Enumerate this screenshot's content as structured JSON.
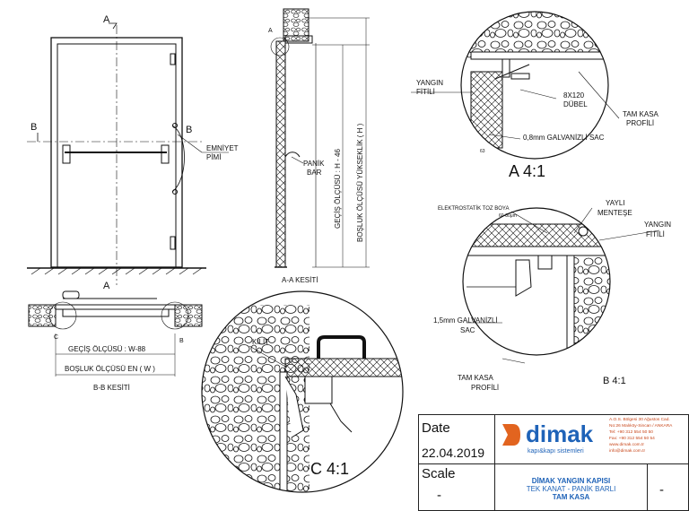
{
  "labels": {
    "section_a_top": "A",
    "section_a_bottom": "A",
    "section_b": "B",
    "section_b_right": "B",
    "aa_marker": "A",
    "emniyet_pimi_1": "EMNİYET",
    "emniyet_pimi_2": "PİMİ",
    "panik_bar_1": "PANİK",
    "panik_bar_2": "BAR",
    "gecis_olcusu_h": "GEÇİŞ ÖLÇÜSÜ : H - 46",
    "bosluk_olcusu_h": "BOŞLUK ÖLÇÜSÜ YÜKSEKLİK ( H )",
    "aa_kesiti": "A-A  KESİTİ",
    "gecis_olcusu_w": "GEÇİŞ ÖLÇÜSÜ : W-88",
    "bosluk_olcusu_w": "BOŞLUK ÖLÇÜSÜ EN ( W )",
    "bb_kesiti": "B-B  KESİTİ",
    "detail_c_marker": "C",
    "detail_b_marker": "B",
    "yangin_fitili_a_1": "YANGIN",
    "yangin_fitili_a_2": "FİTİLİ",
    "dubel_1": "8X120",
    "dubel_2": "DÜBEL",
    "tam_kasa_a_1": "TAM KASA",
    "tam_kasa_a_2": "PROFİLİ",
    "galvanizli_a": "0,8mm GALVANİZLİ SAC",
    "dim_63": "63",
    "detail_a_title": "A 4:1",
    "elektrostatik": "ELEKTROSTATİK TOZ BOYA",
    "elektrostatik_dim": "60-80μm",
    "yayli_mentese_1": "YAYLI",
    "yayli_mentese_2": "MENTEŞE",
    "yangin_fitili_b_1": "YANGIN",
    "yangin_fitili_b_2": "FİTİLİ",
    "galvanizli_b_1": "1,5mm GALVANİZLİ",
    "galvanizli_b_2": "SAC",
    "tam_kasa_b_1": "TAM KASA",
    "tam_kasa_b_2": "PROFİLİ",
    "detail_b_title": "B 4:1",
    "kilit": "KİLİT",
    "detail_c_title": "C 4:1"
  },
  "title_block": {
    "date_label": "Date",
    "date_value": "22.04.2019",
    "scale_label": "Scale",
    "scale_value": "-",
    "logo_text": "dimak",
    "logo_tagline": "kapı&kapı sistemleri",
    "address_1": "A.O.S. Bölgesi 30 Ağustos Cad.",
    "address_2": "No:26 Malıköy-Sincan / ANKARA",
    "address_3": "Tel: +90 312 554 50 50",
    "address_4": "Fax: +90 312 554 50 54",
    "address_5": "www.dimak.com.tr",
    "address_6": "info@dimak.com.tr",
    "product_1": "DİMAK YANGIN KAPISI",
    "product_2": "TEK KANAT - PANİK BARLI",
    "product_3": "TAM KASA",
    "sheet_value": "-"
  },
  "colors": {
    "brand_orange": "#e2641f",
    "brand_blue": "#1f63b8",
    "line": "#111111"
  }
}
